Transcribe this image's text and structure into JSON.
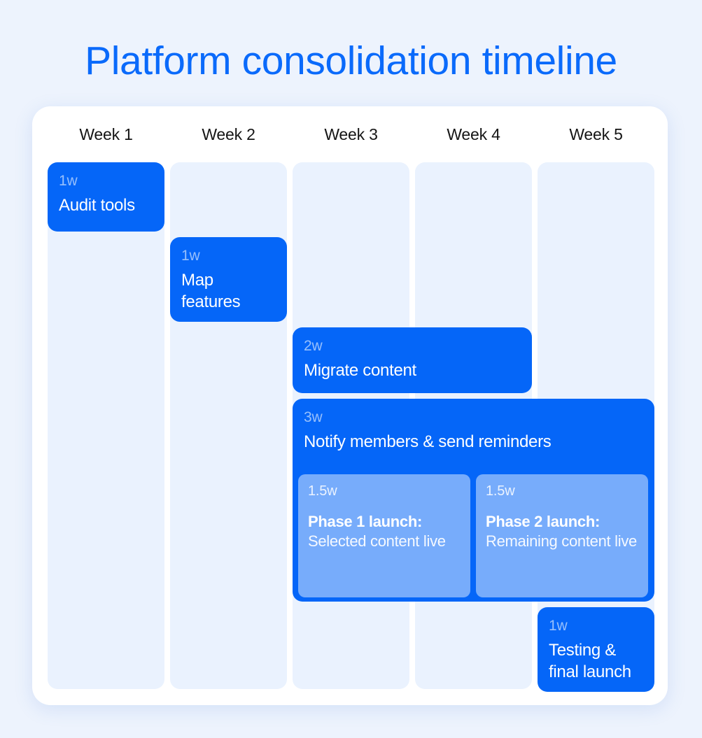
{
  "title": "Platform consolidation timeline",
  "accent_color": "#0a6afb",
  "bar_color": "#0566f8",
  "subbar_color": "#8fb4fa",
  "lane_color": "#eaf2fe",
  "page_background": "#edf3fd",
  "card_background": "#ffffff",
  "columns": [
    {
      "label": "Week 1"
    },
    {
      "label": "Week 2"
    },
    {
      "label": "Week 3"
    },
    {
      "label": "Week 4"
    },
    {
      "label": "Week 5"
    }
  ],
  "tasks": [
    {
      "duration": "1w",
      "label": "Audit tools",
      "start_week": 1,
      "span_weeks": 1
    },
    {
      "duration": "1w",
      "label": "Map features",
      "start_week": 2,
      "span_weeks": 1
    },
    {
      "duration": "2w",
      "label": "Migrate content",
      "start_week": 3,
      "span_weeks": 2
    },
    {
      "duration": "3w",
      "label": "Notify members & send reminders",
      "start_week": 3,
      "span_weeks": 3,
      "subtasks": [
        {
          "duration": "1.5w",
          "title": "Phase 1 launch:",
          "description": "Selected content live"
        },
        {
          "duration": "1.5w",
          "title": "Phase 2 launch:",
          "description": "Remaining content live"
        }
      ]
    },
    {
      "duration": "1w",
      "label": "Testing & final launch",
      "start_week": 5,
      "span_weeks": 1
    }
  ],
  "chart_data": {
    "type": "bar",
    "title": "Platform consolidation timeline",
    "categories": [
      "Week 1",
      "Week 2",
      "Week 3",
      "Week 4",
      "Week 5"
    ],
    "xlabel": "",
    "ylabel": "",
    "series": [
      {
        "name": "Audit tools",
        "start_week": 1,
        "duration_weeks": 1,
        "duration_label": "1w"
      },
      {
        "name": "Map features",
        "start_week": 2,
        "duration_weeks": 1,
        "duration_label": "1w"
      },
      {
        "name": "Migrate content",
        "start_week": 3,
        "duration_weeks": 2,
        "duration_label": "2w"
      },
      {
        "name": "Notify members & send reminders",
        "start_week": 3,
        "duration_weeks": 3,
        "duration_label": "3w"
      },
      {
        "name": "Phase 1 launch: Selected content live",
        "start_week": 3,
        "duration_weeks": 1.5,
        "duration_label": "1.5w",
        "parent": "Notify members & send reminders"
      },
      {
        "name": "Phase 2 launch: Remaining content live",
        "start_week": 4.5,
        "duration_weeks": 1.5,
        "duration_label": "1.5w",
        "parent": "Notify members & send reminders"
      },
      {
        "name": "Testing & final launch",
        "start_week": 5,
        "duration_weeks": 1,
        "duration_label": "1w"
      }
    ]
  }
}
